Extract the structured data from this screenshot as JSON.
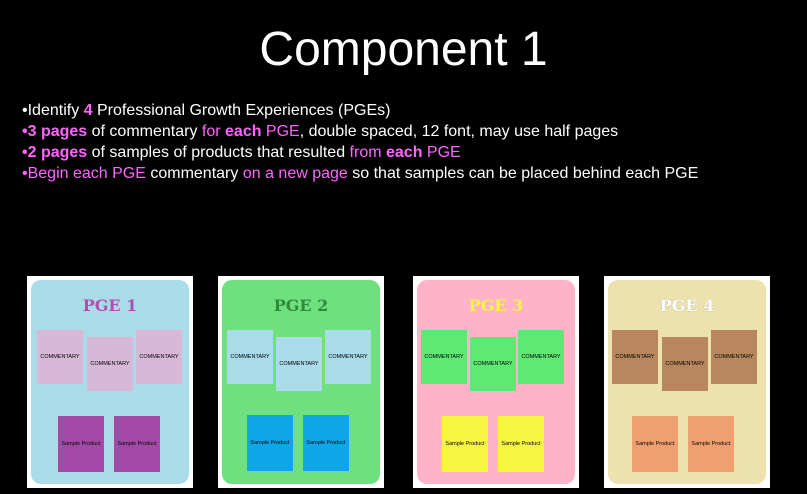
{
  "title": "Component 1",
  "bullets": [
    [
      {
        "t": "•Identify ",
        "c": ""
      },
      {
        "t": "4",
        "c": "pink bold"
      },
      {
        "t": " Professional Growth Experiences (PGEs)",
        "c": ""
      }
    ],
    [
      {
        "t": "•3 pages",
        "c": "pink bold"
      },
      {
        "t": " of commentary ",
        "c": ""
      },
      {
        "t": "for ",
        "c": "pink"
      },
      {
        "t": "each",
        "c": "pink bold"
      },
      {
        "t": " PGE",
        "c": "pink"
      },
      {
        "t": ", double spaced, 12 font, may use half pages",
        "c": ""
      }
    ],
    [
      {
        "t": "•2 pages",
        "c": "pink bold"
      },
      {
        "t": " of samples of products that resulted ",
        "c": ""
      },
      {
        "t": "from ",
        "c": "pink"
      },
      {
        "t": "each",
        "c": "pink bold"
      },
      {
        "t": " PGE",
        "c": "pink"
      }
    ],
    [
      {
        "t": "•Begin each PGE",
        "c": "pink"
      },
      {
        "t": " commentary ",
        "c": ""
      },
      {
        "t": "on a new page",
        "c": "pink"
      },
      {
        "t": " so that samples can be placed behind each PGE",
        "c": ""
      }
    ]
  ],
  "cards": [
    {
      "title": "PGE 1",
      "title_color": "#b04fb0",
      "card_color": "#a9dbe9",
      "commentary_color": "#d8b8d8",
      "sample_color": "#a24aa6",
      "commentary": [
        "COMMENTARY",
        "COMMENTARY",
        "COMMENTARY"
      ],
      "samples": [
        "Sample Product",
        "Sample Product"
      ]
    },
    {
      "title": "PGE 2",
      "title_color": "#2e8b3a",
      "card_color": "#6ee07e",
      "commentary_color": "#a9dbe9",
      "sample_color": "#0ea5e9",
      "commentary": [
        "COMMENTARY",
        "COMMENTARY",
        "COMMENTARY"
      ],
      "samples": [
        "Sample Product",
        "Sample Product"
      ]
    },
    {
      "title": "PGE 3",
      "title_color": "#f5f542",
      "card_color": "#ffb3c9",
      "commentary_color": "#5ee874",
      "sample_color": "#f5f542",
      "commentary": [
        "COMMENTARY",
        "COMMENTARY",
        "COMMENTARY"
      ],
      "samples": [
        "Sample Product",
        "Sample Product"
      ]
    },
    {
      "title": "PGE 4",
      "title_color": "#ffffff",
      "card_color": "#ede2ad",
      "commentary_color": "#b8875e",
      "sample_color": "#f0a070",
      "commentary": [
        "COMMENTARY",
        "COMMENTARY",
        "COMMENTARY"
      ],
      "samples": [
        "Sample Product",
        "Sample Product"
      ]
    }
  ]
}
